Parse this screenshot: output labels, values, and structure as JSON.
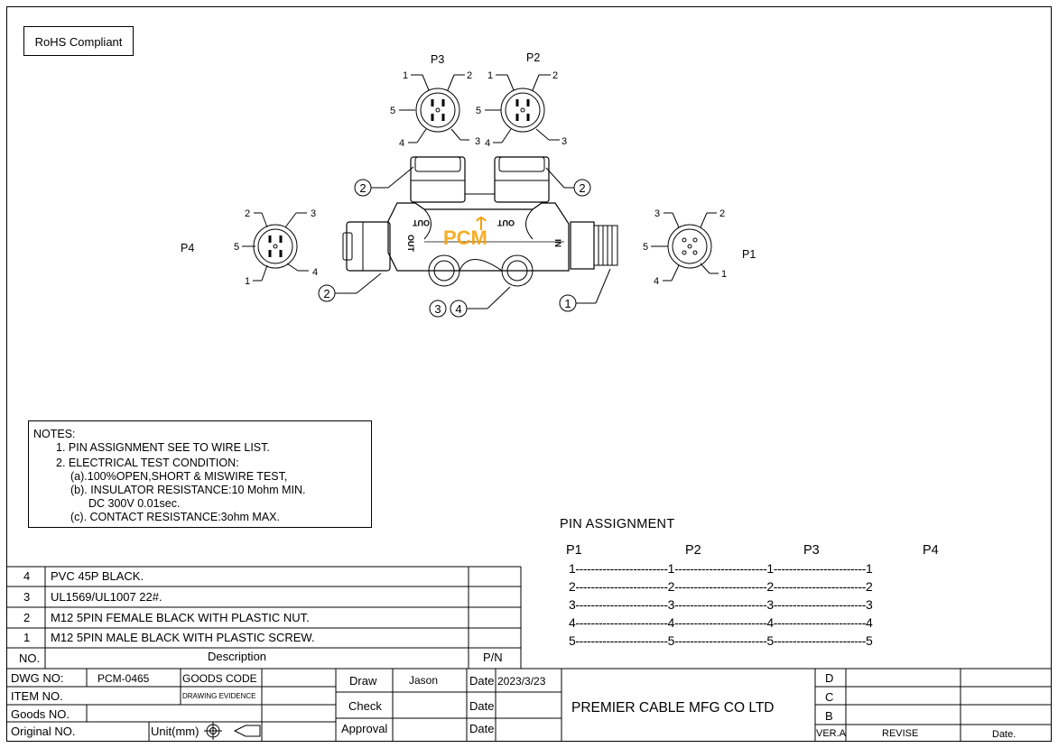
{
  "rohs": "RoHS Compliant",
  "labels": {
    "p1": "P1",
    "p2": "P2",
    "p3": "P3",
    "p4": "P4",
    "logo": "PCM",
    "out": "OUT",
    "in": "IN",
    "callout_1": "1",
    "callout_2": "2",
    "callout_3": "3",
    "callout_4": "4",
    "pin1": "1",
    "pin2": "2",
    "pin3": "3",
    "pin4": "4",
    "pin5": "5"
  },
  "notes": {
    "title": "NOTES:",
    "lines": [
      "1. PIN ASSIGNMENT SEE TO WIRE LIST.",
      "2. ELECTRICAL TEST CONDITION:",
      "(a).100%OPEN,SHORT & MISWIRE TEST,",
      "(b). INSULATOR RESISTANCE:10 Mohm MIN.",
      "DC 300V 0.01sec.",
      "(c). CONTACT RESISTANCE:3ohm MAX."
    ]
  },
  "pin_assignment": {
    "title": "PIN  ASSIGNMENT",
    "headers": [
      "P1",
      "P2",
      "P3",
      "P4"
    ],
    "rows": [
      "1------------------------1------------------------1------------------------1",
      "2------------------------2------------------------2------------------------2",
      "3------------------------3------------------------3------------------------3",
      "4------------------------4------------------------4------------------------4",
      "5------------------------5------------------------5------------------------5"
    ]
  },
  "bom": {
    "rows": [
      {
        "no": "4",
        "description": "PVC 45P BLACK."
      },
      {
        "no": "3",
        "description": "UL1569/UL1007 22#."
      },
      {
        "no": "2",
        "description": "M12 5PIN FEMALE  BLACK WITH PLASTIC NUT."
      },
      {
        "no": "1",
        "description": "M12 5PIN MALE  BLACK WITH PLASTIC SCREW."
      }
    ],
    "header": {
      "no": "NO.",
      "description": "Description",
      "pn": "P/N"
    }
  },
  "title_block": {
    "dwg_no_label": "DWG NO:",
    "dwg_no": "PCM-0465",
    "goods_code_label": "GOODS CODE",
    "item_no_label": "ITEM NO.",
    "drawing_evidence": "DRAWING EVIDENCE",
    "goods_no_label": "Goods NO.",
    "original_no_label": "Original NO.",
    "unit": "Unit(mm)",
    "draw_label": "Draw",
    "draw_name": "Jason",
    "check_label": "Check",
    "approval_label": "Approval",
    "date_label": "Date",
    "date_value": "2023/3/23",
    "company": "PREMIER CABLE MFG CO LTD",
    "rev": [
      "D",
      "C",
      "B"
    ],
    "ver": "VER.A",
    "revise": "REVISE",
    "date_col": "Date."
  }
}
